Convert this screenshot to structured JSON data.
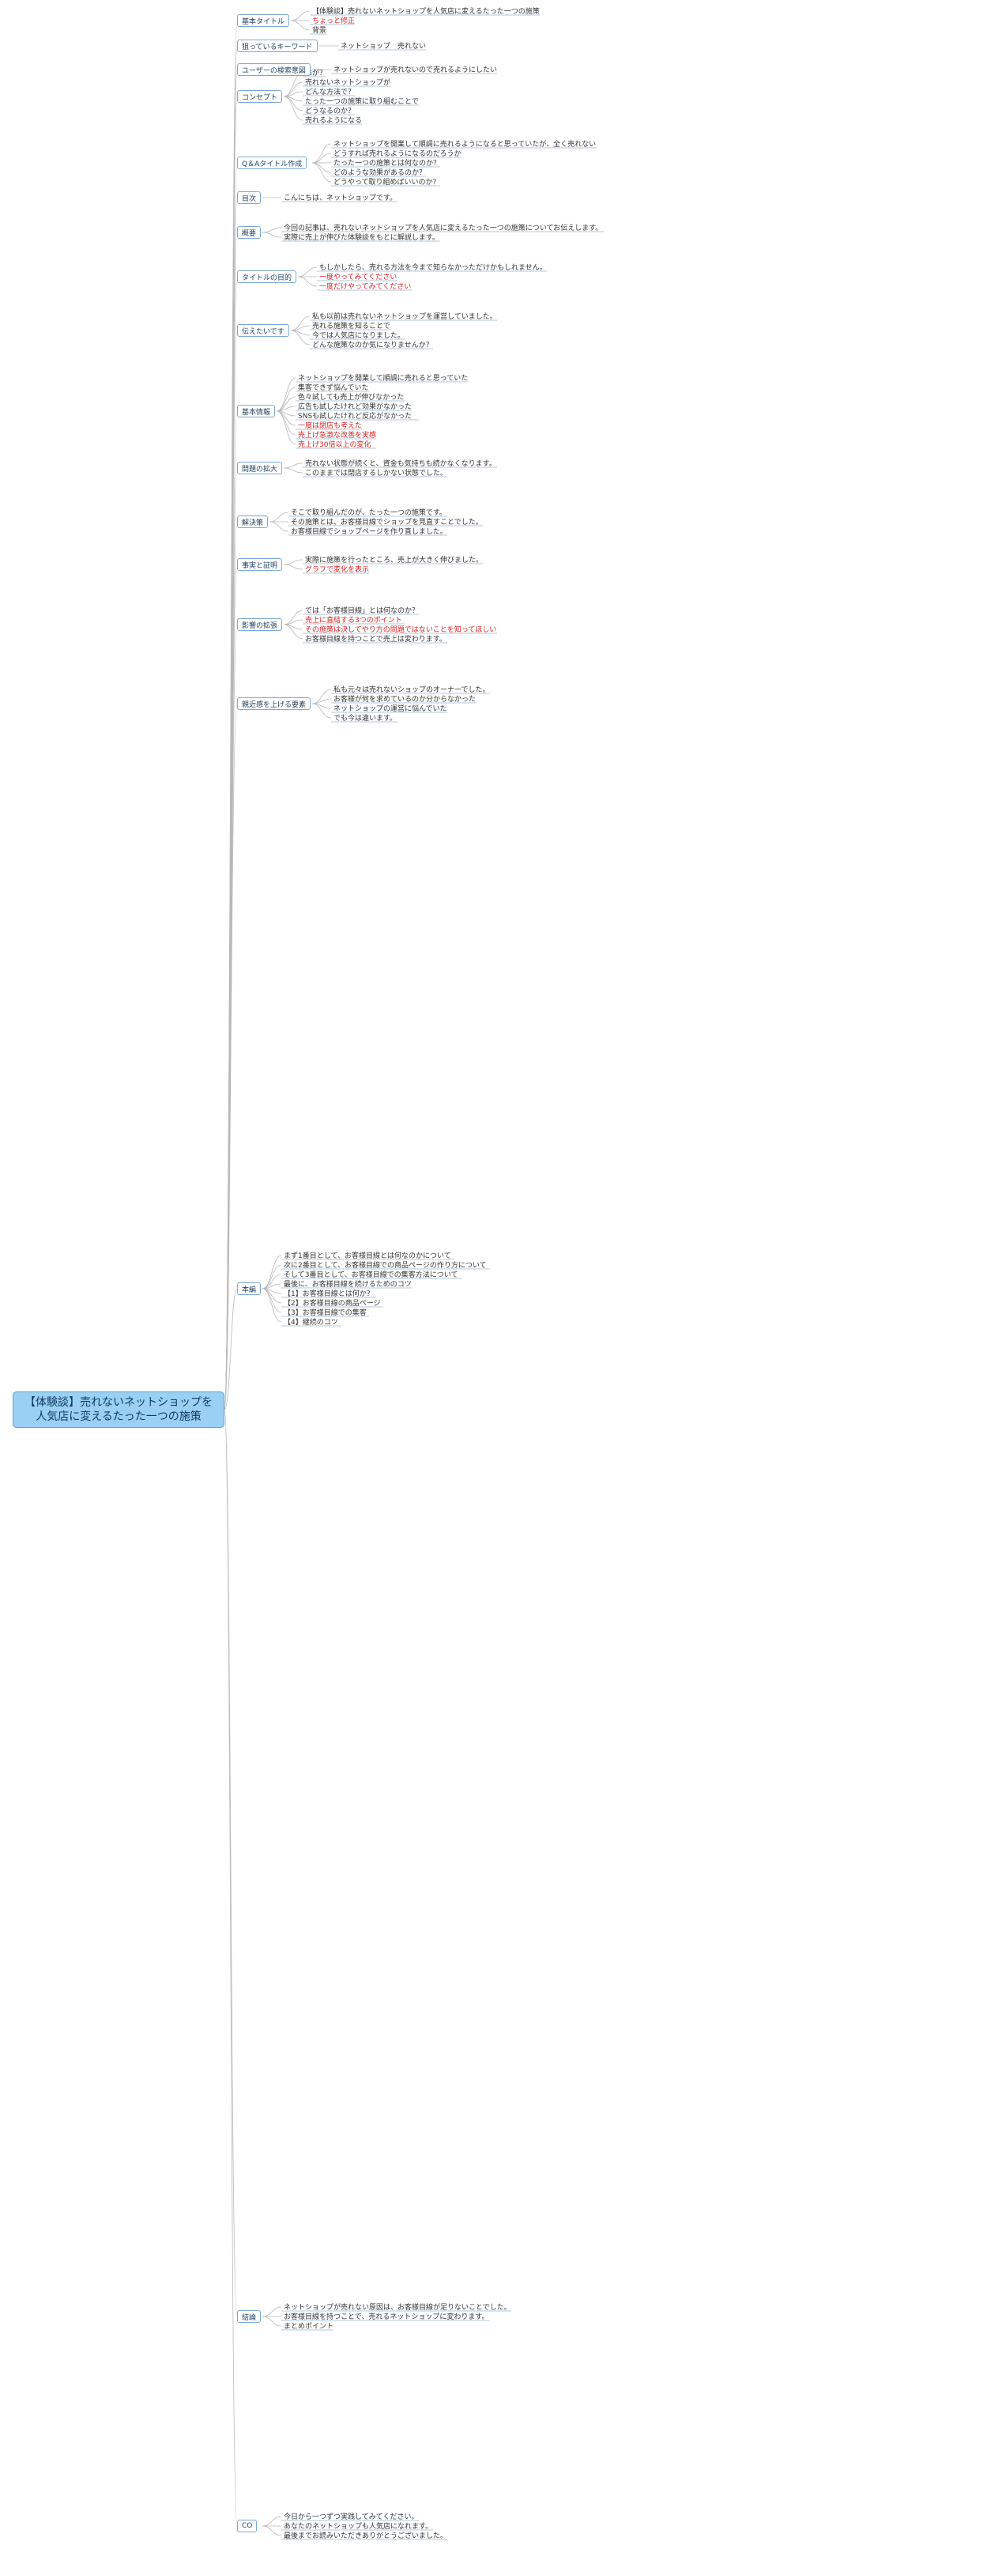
{
  "root": {
    "title": "【体験談】売れないネットショップを人気店に変えるたった一つの施策"
  },
  "branches": [
    {
      "label": "基本タイトル",
      "children": [
        "【体験談】売れないネットショップを人気店に変えるたった一つの施策",
        "ちょっと修正",
        "背景"
      ]
    },
    {
      "label": "狙っているキーワード",
      "children": [
        "ネットショップ　売れない"
      ]
    },
    {
      "label": "ユーザーの検索意図",
      "children": [
        "ネットショップが売れないので売れるようにしたい"
      ]
    },
    {
      "label": "コンセプト",
      "children": [
        "誰が？",
        "売れないネットショップが",
        "どんな方法で？",
        "たった一つの施策に取り組むことで",
        "どうなるのか？",
        "売れるようになる"
      ]
    },
    {
      "label": "Q＆Aタイトル作成",
      "children": [
        "ネットショップを開業して順調に売れるようになると思っていたが、全く売れない",
        "どうすれば売れるようになるのだろうか",
        "たった一つの施策とは何なのか？",
        "どのような効果があるのか？",
        "どうやって取り組めばいいのか？"
      ]
    },
    {
      "label": "目次",
      "children": [
        "こんにちは、ネットショップです。"
      ]
    },
    {
      "label": "概要",
      "children": [
        "今回の記事は、売れないネットショップを人気店に変えるたった一つの施策についてお伝えします。",
        "実際に売上が伸びた体験談をもとに解説します。"
      ]
    },
    {
      "label": "タイトルの目的",
      "children": [
        "もしかしたら、売れる方法を今まで知らなかっただけかもしれません。",
        "一度やってみてください",
        "一度だけやってみてください"
      ]
    },
    {
      "label": "伝えたいです",
      "children": [
        "私も以前は売れないネットショップを運営していました。",
        "売れる施策を知ることで",
        "今では人気店になりました。",
        "どんな施策なのか気になりませんか？"
      ]
    },
    {
      "label": "基本情報",
      "children": [
        "ネットショップを開業して順調に売れると思っていた",
        "集客できず悩んでいた",
        "色々試しても売上が伸びなかった",
        "広告も試したけれど効果がなかった",
        "SNSも試したけれど反応がなかった",
        "一度は閉店も考えた",
        "売上げ急激な改善を実感",
        "売上げ30倍以上の変化"
      ]
    },
    {
      "label": "問題の拡大",
      "children": [
        "売れない状態が続くと、資金も気持ちも続かなくなります。",
        "このままでは閉店するしかない状態でした。"
      ]
    },
    {
      "label": "解決策",
      "children": [
        "そこで取り組んだのが、たった一つの施策です。",
        "その施策とは、お客様目線でショップを見直すことでした。",
        "お客様目線でショップページを作り直しました。"
      ]
    },
    {
      "label": "事実と証明",
      "children": [
        "実際に施策を行ったところ、売上が大きく伸びました。",
        "グラフで変化を表示"
      ]
    },
    {
      "label": "影響の拡張",
      "children": [
        "では「お客様目線」とは何なのか？",
        "売上に直結する3つのポイント",
        "その施策は決してやり方の問題ではないことを知ってほしい",
        "お客様目線を持つことで売上は変わります。"
      ]
    },
    {
      "label": "親近感を上げる要素",
      "children": [
        "私も元々は売れないショップのオーナーでした。",
        "お客様が何を求めているのか分からなかった",
        "ネットショップの運営に悩んでいた",
        "でも今は違います。"
      ]
    },
    {
      "label": "本編",
      "children": [
        "まず1番目として、お客様目線とは何なのかについて",
        "次に2番目として、お客様目線での商品ページの作り方について",
        "そして3番目として、お客様目線での集客方法について",
        "最後に、お客様目線を続けるためのコツ",
        "【1】お客様目線とは何か？",
        "【2】お客様目線の商品ページ",
        "【3】お客様目線での集客",
        "【4】継続のコツ"
      ]
    },
    {
      "label": "結論",
      "children": [
        "ネットショップが売れない原因は、お客様目線が足りないことでした。",
        "お客様目線を持つことで、売れるネットショップに変わります。",
        "まとめポイント"
      ]
    },
    {
      "label": "CO",
      "children": [
        "今日から一つずつ実践してみてください。",
        "あなたのネットショップも人気店になれます。",
        "最後までお読みいただきありがとうございました。"
      ]
    }
  ]
}
